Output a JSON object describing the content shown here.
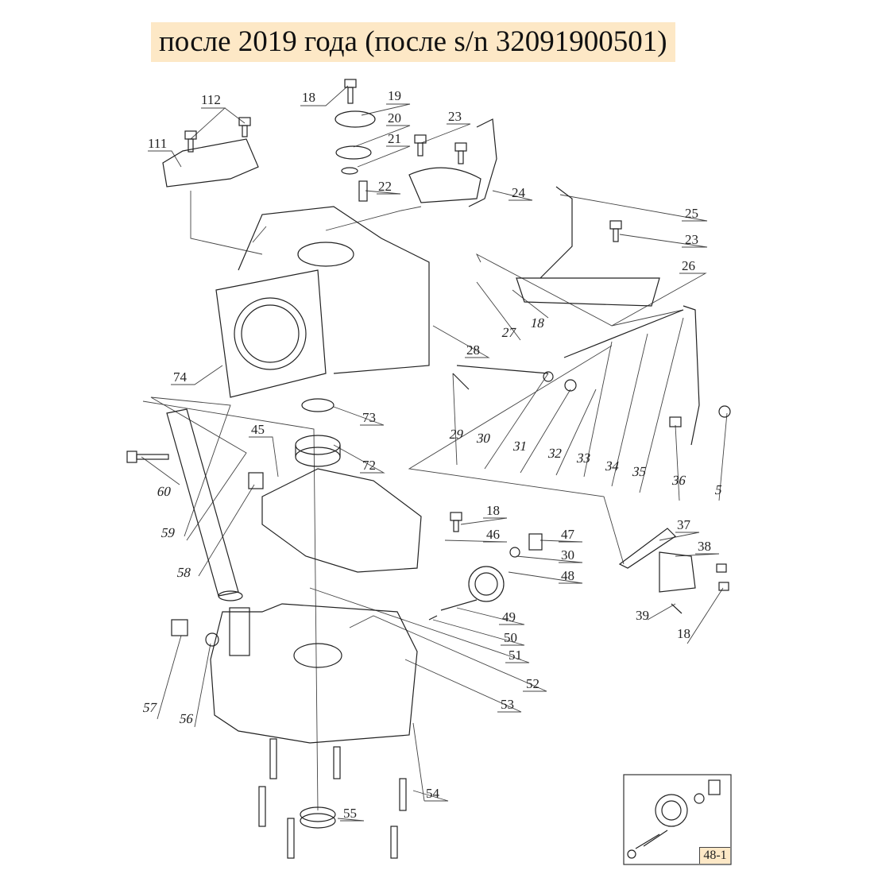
{
  "title": "после 2019 года (после s/n 32091900501)",
  "labels": {
    "p112": "112",
    "p111": "111",
    "p18a": "18",
    "p19": "19",
    "p20": "20",
    "p21": "21",
    "p22": "22",
    "p23a": "23",
    "p24": "24",
    "p25": "25",
    "p23b": "23",
    "p26": "26",
    "p27": "27",
    "p18b": "18",
    "p28": "28",
    "p74": "74",
    "p73": "73",
    "p72": "72",
    "p45": "45",
    "p60": "60",
    "p59": "59",
    "p58": "58",
    "p29": "29",
    "p30a": "30",
    "p31": "31",
    "p32": "32",
    "p33": "33",
    "p34": "34",
    "p35": "35",
    "p36": "36",
    "p5": "5",
    "p18c": "18",
    "p46": "46",
    "p47": "47",
    "p30b": "30",
    "p48": "48",
    "p37": "37",
    "p38": "38",
    "p39": "39",
    "p18d": "18",
    "p49": "49",
    "p50": "50",
    "p51": "51",
    "p52": "52",
    "p53": "53",
    "p57": "57",
    "p56": "56",
    "p54": "54",
    "p55": "55"
  },
  "inset_label": "48-1"
}
